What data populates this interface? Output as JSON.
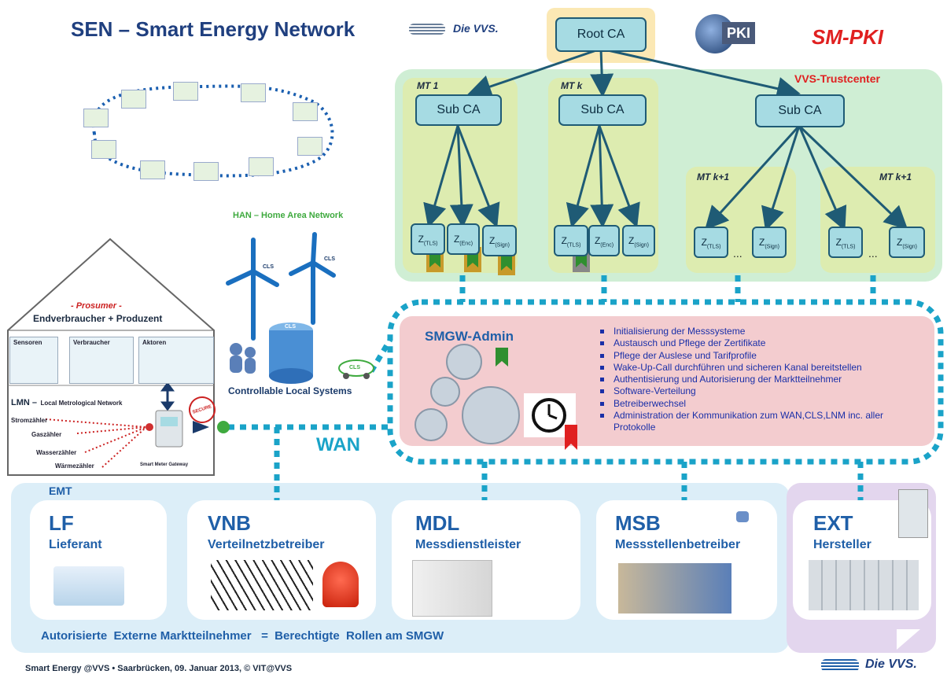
{
  "header": {
    "title": "SEN – Smart Energy Network",
    "sm_pki": "SM-PKI",
    "vvs_logo": "Die VVS.",
    "pki_logo_text": "PKI"
  },
  "pki": {
    "root_ca": "Root CA",
    "trustcenter": "VVS-Trustcenter",
    "sub_ca": [
      "Sub CA",
      "Sub CA",
      "Sub CA"
    ],
    "mt_labels": [
      "MT 1",
      "MT k",
      "MT k+1",
      "MT k+1"
    ],
    "cert_z": "Z",
    "cert_subs": [
      "(TLS)",
      "(Enc)",
      "(Sign)"
    ],
    "ellipsis": "..."
  },
  "han": {
    "title": "HAN – Home Area Network",
    "cls_label": "CLS",
    "controllable": "Controllable  Local  Systems"
  },
  "prosumer": {
    "title": "- Prosumer -",
    "subtitle": "Endverbraucher + Produzent",
    "sections": [
      "Sensoren",
      "Verbraucher",
      "Aktoren"
    ],
    "lmn_main": "LMN –",
    "lmn_sub": "Local Metrological Network",
    "meters": [
      "Stromzähler",
      "Gaszähler",
      "Wasserzähler",
      "Wärmezähler"
    ],
    "gateway": "Smart Meter Gateway",
    "secure": "SECURE"
  },
  "admin": {
    "title": "SMGW-Admin",
    "tasks": [
      "Initialisierung der Messsysteme",
      "Austausch  und Pflege der Zertifikate",
      "Pflege der Auslese und Tarifprofile",
      "Wake-Up-Call durchführen  und sicheren Kanal bereitstellen",
      "Authentisierung  und Autorisierung der Marktteilnehmer",
      "Software-Verteilung",
      "Betreiberwechsel",
      "Administration der Kommunikation zum WAN,CLS,LNM inc. aller Protokolle"
    ]
  },
  "wan": "WAN",
  "emt": {
    "label": "EMT",
    "roles": [
      {
        "abbr": "LF",
        "name": "Lieferant"
      },
      {
        "abbr": "VNB",
        "name": "Verteilnetzbetreiber"
      },
      {
        "abbr": "MDL",
        "name": "Messdienstleister"
      },
      {
        "abbr": "MSB",
        "name": "Messstellenbetreiber"
      }
    ],
    "footer": "Autorisierte  Externe Marktteilnehmer   =  Berechtigte  Rollen am SMGW"
  },
  "ext": {
    "abbr": "EXT",
    "name": "Hersteller"
  },
  "footer": {
    "caption": "Smart Energy @VVS • Saarbrücken, 09. Januar 2013, © VIT@VVS",
    "logo": "Die VVS."
  },
  "colors": {
    "pki_bg": "#cfeed4",
    "mt_bg": "#ddecb0",
    "ca_box": "#a6dbe3",
    "admin_bg": "#f3cccf",
    "emt_bg": "#dceef8",
    "ext_bg": "#e3d6ee",
    "wan_dots": "#1aa3c8",
    "title_blue": "#1f3f7f",
    "accent_red": "#e02020",
    "han_green": "#3faa3f"
  }
}
